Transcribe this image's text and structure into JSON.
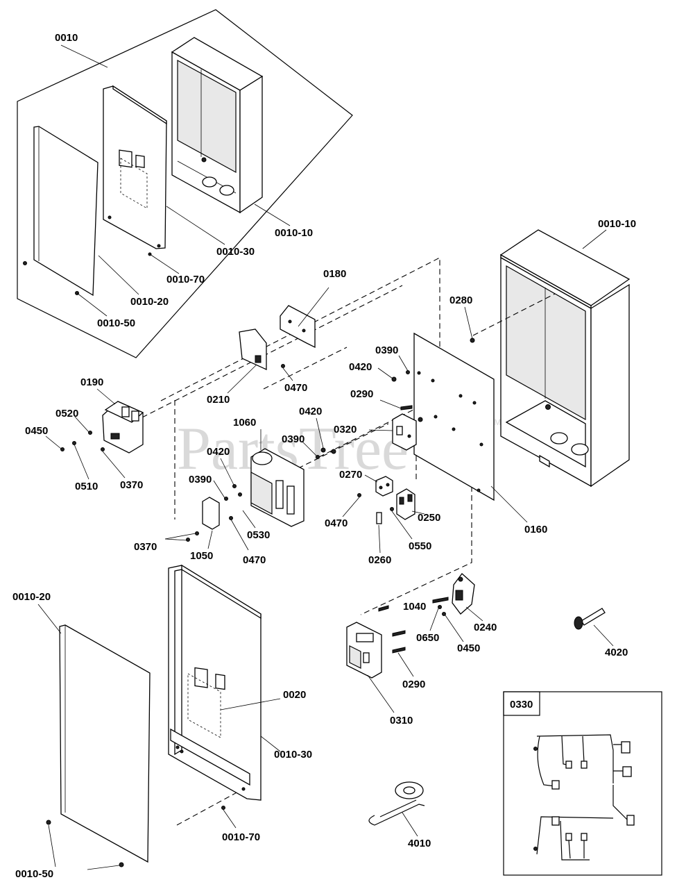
{
  "watermark": {
    "text": "PartsTree",
    "trademark": "TM"
  },
  "labels": {
    "l0010": "0010",
    "l0010_10_top": "0010-10",
    "l0010_30_top": "0010-30",
    "l0010_70_top": "0010-70",
    "l0010_20_top": "0010-20",
    "l0010_50_top": "0010-50",
    "l0010_10_right": "0010-10",
    "l0180": "0180",
    "l0280": "0280",
    "l0390_a": "0390",
    "l0420_a": "0420",
    "l0470_a": "0470",
    "l0210": "0210",
    "l0290_a": "0290",
    "l0190": "0190",
    "l0520": "0520",
    "l0450_a": "0450",
    "l0510": "0510",
    "l0370_a": "0370",
    "l1060": "1060",
    "l0420_b": "0420",
    "l0390_b": "0390",
    "l0420_c": "0420",
    "l0320": "0320",
    "l0390_c": "0390",
    "l0270": "0270",
    "l0470_b": "0470",
    "l0250": "0250",
    "l0160": "0160",
    "l0370_b": "0370",
    "l1050": "1050",
    "l0530": "0530",
    "l0470_c": "0470",
    "l0260": "0260",
    "l0550": "0550",
    "l0010_20_bottom": "0010-20",
    "l1040": "1040",
    "l0240": "0240",
    "l0650": "0650",
    "l0450_b": "0450",
    "l4020": "4020",
    "l0290_b": "0290",
    "l0310": "0310",
    "l0020": "0020",
    "l0010_30_bottom": "0010-30",
    "l0330": "0330",
    "l0010_70_bottom": "0010-70",
    "l4010": "4010",
    "l0010_50_bottom": "0010-50"
  }
}
